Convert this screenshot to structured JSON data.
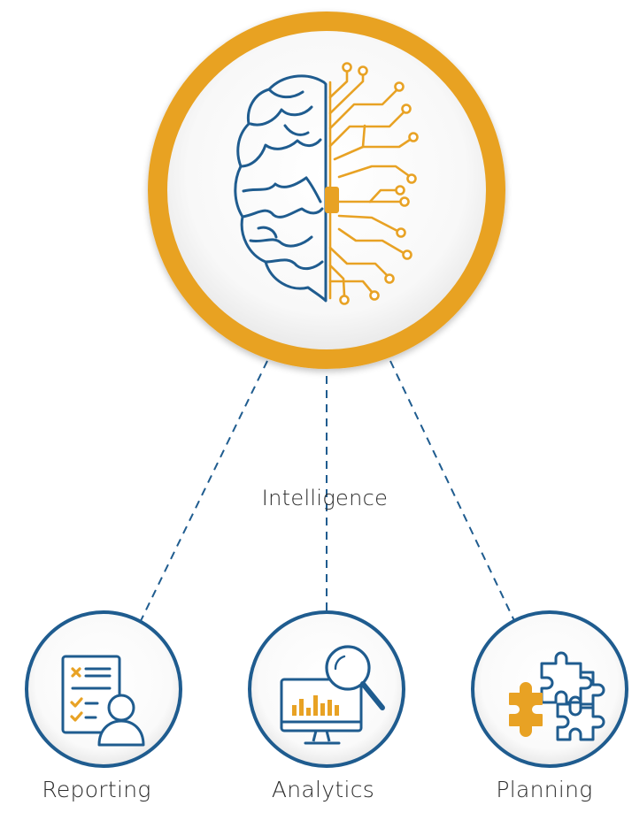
{
  "hub": {
    "label": "Intelligence",
    "icon": "brain-circuit-icon"
  },
  "nodes": [
    {
      "label": "Reporting",
      "icon": "report-person-icon"
    },
    {
      "label": "Analytics",
      "icon": "monitor-magnifier-chart-icon"
    },
    {
      "label": "Planning",
      "icon": "puzzle-pieces-icon"
    }
  ],
  "colors": {
    "accent_orange": "#E8A224",
    "primary_blue": "#1F5C8F",
    "text": "#2B2B2B",
    "circle_fill": "#F7F7F7"
  }
}
